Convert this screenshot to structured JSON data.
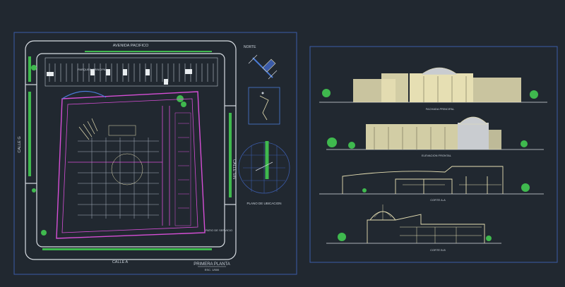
{
  "site_plan": {
    "street_top": "AVENIDA PACIFICO",
    "street_left": "CALLE G",
    "street_right": "CALLE SIN",
    "street_bottom": "CALLE A",
    "parking_label": "PARQUEO PRINCIPAL",
    "service_label": "PATIO DE SERVICIO",
    "detail_label": "PLANO DE UBICACION",
    "north_label": "NORTE",
    "plan_title": "PRIMERA PLANTA",
    "plan_scale": "ESC. 1/500"
  },
  "elevations": {
    "items": [
      {
        "caption": "FACHADA PRINCIPAL"
      },
      {
        "caption": "ELEVACION FRONTAL"
      },
      {
        "caption": "CORTE A-A"
      },
      {
        "caption": "CORTE B-B"
      }
    ]
  },
  "colors": {
    "background": "#212830",
    "frame": "#3b5ba8",
    "walls": "#d64fd6",
    "road": "#d8dde3",
    "hatch": "#e6dfb3",
    "tree": "#3fb94e",
    "accent": "#4a7bd6"
  }
}
